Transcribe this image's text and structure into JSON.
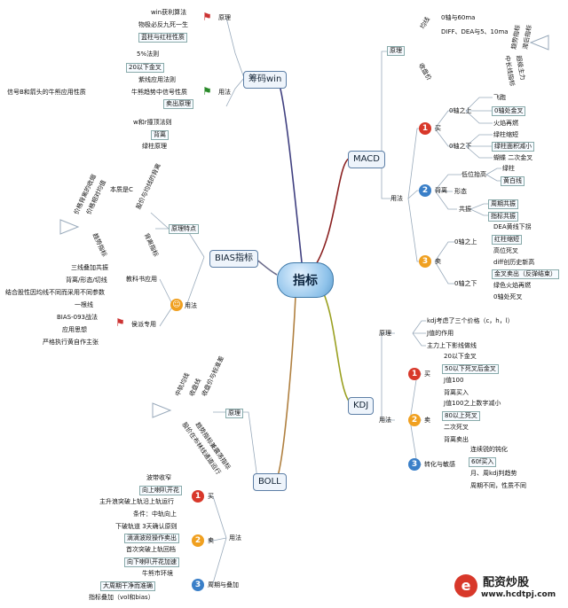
{
  "center": "指标",
  "macd": {
    "title": "MACD",
    "yuanli": "原理",
    "yuanli_items": [
      "0轴与60ma",
      "DIFF、DEA与5、10ma"
    ],
    "yuanli_side": [
      "均线",
      "收盘价"
    ],
    "yuanli_right": [
      "趋势指标",
      "滞后指标",
      "中长线指标",
      "超级主力"
    ],
    "yongfa": "用法",
    "mai": "买",
    "mai_above": "0轴之上",
    "mai_above_items": [
      "飞跑",
      "0轴处金叉",
      "火焰再燃"
    ],
    "mai_below": "0轴之下",
    "mai_below_items": [
      "绿柱缩短",
      "绿柱面积减小",
      "蝴蝶 二次金叉"
    ],
    "beili": "背离",
    "beili_low": "低位抬高",
    "beili_low_items": [
      "绿柱",
      "黄白线"
    ],
    "xingtai": "形态",
    "gongzhen": "共振",
    "gongzhen_items": [
      "周期共振",
      "指标共振"
    ],
    "mai2": "卖",
    "sell_above": "0轴之上",
    "sell_above_items": [
      "DEA黄线下拐",
      "红柱缩短",
      "高位死叉",
      "diff创历史新高"
    ],
    "sell_below": "0轴之下",
    "sell_below_items": [
      "金叉卖出（反弹结束）",
      "绿色火焰再燃",
      "0轴处死叉"
    ]
  },
  "kdj": {
    "title": "KDJ",
    "yuanli": "原理",
    "yuanli_items": [
      "kdj考虑了三个价格（c，h，l）",
      "J值的作用",
      "主力上下影线做线"
    ],
    "yongfa": "用法",
    "buy": "买",
    "buy_items": [
      "20以下金叉",
      "50以下死叉后金叉",
      "J值100",
      "背离买入"
    ],
    "sell": "卖",
    "sell_items": [
      "J值100之上数字减小",
      "80以上死叉",
      "二次死叉",
      "背离卖出"
    ],
    "zhuanhua": "转化与敏感",
    "zhuanhua_items": [
      "连续锐的钝化",
      "60f买入",
      "月、周kdj判趋势",
      "周期不同，性质不同"
    ]
  },
  "boll": {
    "title": "BOLL",
    "yuanli": "原理",
    "yuanli_left": [
      "中轨均线",
      "收盘线",
      "收盘价与标准差"
    ],
    "yuanli_right": [
      "股价在布林线通道运行",
      "趋势指标兼震荡指标"
    ],
    "yongfa": "用法",
    "buy": "买",
    "buy_items": [
      "波带收窄",
      "向上喇叭开花",
      "主升浪突破上轨沿上轨运行",
      "条件：中轨向上",
      "下破轨道 3天确认原则"
    ],
    "sell": "卖",
    "sell_items": [
      "滴滴波段操作卖出",
      "首次突破上轨回档",
      "向下喇叭开花加速"
    ],
    "zhouqi": "周期与叠加",
    "zhouqi_items": [
      "牛熊市环境",
      "大周期干净而准确",
      "指标叠加（vol和bias）"
    ]
  },
  "bias": {
    "title": "BIAS指标",
    "tedian": "原理特点",
    "tedian_top": [
      "本质是C",
      "股价与均线的背离",
      "价格背离的收缩",
      "价格相对均值"
    ],
    "tedian_bot": [
      "趋势指标",
      "背离指标"
    ],
    "yongfa": "用法",
    "jiaokeshu": "教科书应用",
    "jiaokeshu_items": [
      "三线叠加共振",
      "背离/形态/切线",
      "结合股性因均线不同而采用不同参数"
    ],
    "houyuan": "侯派专用",
    "houyuan_items": [
      "一根线",
      "BIAS-093战法",
      "应用思想",
      "严格执行黄自作主张"
    ]
  },
  "chou": {
    "title": "筹码win",
    "yuanli": "原理",
    "yuanli_items": [
      "win获利算法",
      "物极必反九死一生",
      "蓝柱与红柱性质"
    ],
    "fa_items": [
      "5%法则",
      "20以下金叉"
    ],
    "yongfa": "用法",
    "yongfa_items": [
      "紫线应用法则",
      "牛熊趋势中信号性质",
      "卖出原理"
    ],
    "yongfa_left": "信号B和箭头的牛熊应用性质",
    "sell_items": [
      "w和r撞顶法则",
      "背离",
      "绿柱原理"
    ]
  },
  "logo": {
    "brand": "配资炒股",
    "url": "www.hcdtpj.com"
  },
  "colors": {
    "macd": "#8a2020",
    "kdj": "#9aa020",
    "boll": "#b08040",
    "bias": "#6a6a8a",
    "chou": "#404080"
  }
}
